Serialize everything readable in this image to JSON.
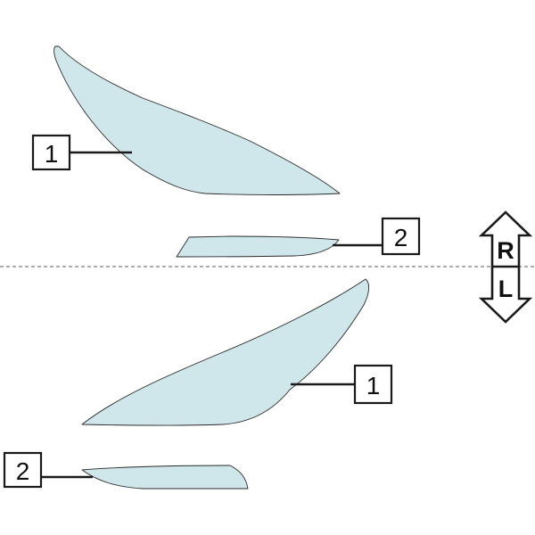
{
  "colors": {
    "part_fill": "#cfe6ea",
    "outline": "#1a1a1a",
    "centerline": "#7a7a7a"
  },
  "callouts": {
    "right_large": "1",
    "right_small": "2",
    "left_large": "1",
    "left_small": "2"
  },
  "side_indicator": {
    "right": "R",
    "left": "L"
  }
}
